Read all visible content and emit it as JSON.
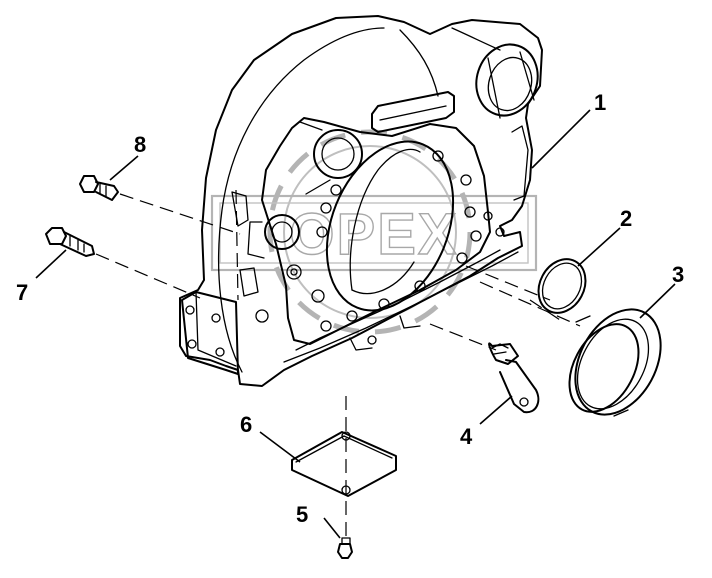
{
  "watermark": {
    "text": "OPEX"
  },
  "callouts": [
    {
      "id": "1",
      "label": "1",
      "part": "flywheel-housing"
    },
    {
      "id": "2",
      "label": "2",
      "part": "o-ring"
    },
    {
      "id": "3",
      "label": "3",
      "part": "rear-seal"
    },
    {
      "id": "4",
      "label": "4",
      "part": "bracket"
    },
    {
      "id": "5",
      "label": "5",
      "part": "screw"
    },
    {
      "id": "6",
      "label": "6",
      "part": "cover-plate"
    },
    {
      "id": "7",
      "label": "7",
      "part": "flange-bolt"
    },
    {
      "id": "8",
      "label": "8",
      "part": "bolt"
    }
  ]
}
